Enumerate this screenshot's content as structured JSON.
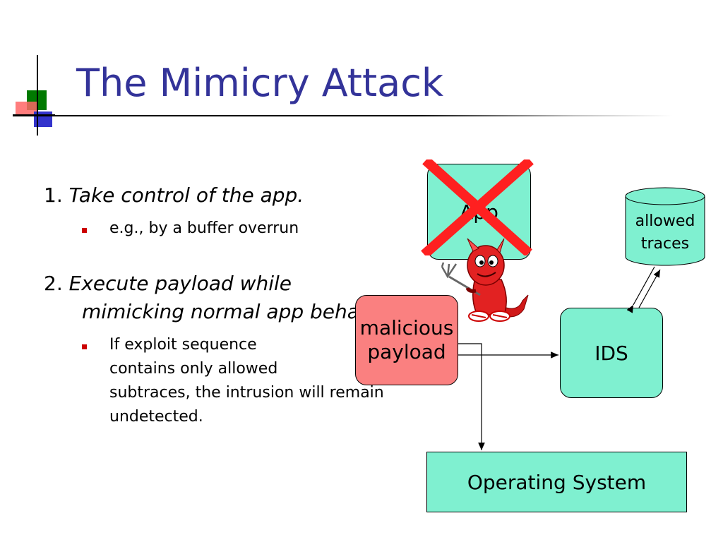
{
  "slide": {
    "title": "The Mimicry Attack"
  },
  "items": [
    {
      "number": "1.",
      "text": "Take control of the app.",
      "bullets": [
        {
          "lines": [
            "e.g., by a buffer overrun"
          ]
        }
      ]
    },
    {
      "number": "2.",
      "text_line1": "Execute payload while",
      "text_line2": "mimicking normal app behavior",
      "bullets": [
        {
          "lines": [
            "If exploit sequence",
            "contains only allowed",
            "subtraces, the intrusion will remain",
            "undetected."
          ]
        }
      ]
    }
  ],
  "diagram": {
    "app_label": "App",
    "malicious_line1": "malicious",
    "malicious_line2": "payload",
    "ids_label": "IDS",
    "os_label": "Operating System",
    "traces_line1": "allowed",
    "traces_line2": "traces"
  },
  "colors": {
    "title": "#333399",
    "box_fill": "#7ff0d0",
    "malicious_fill": "#fa8080",
    "cross": "#ff2020",
    "bullet": "#cc0000"
  }
}
